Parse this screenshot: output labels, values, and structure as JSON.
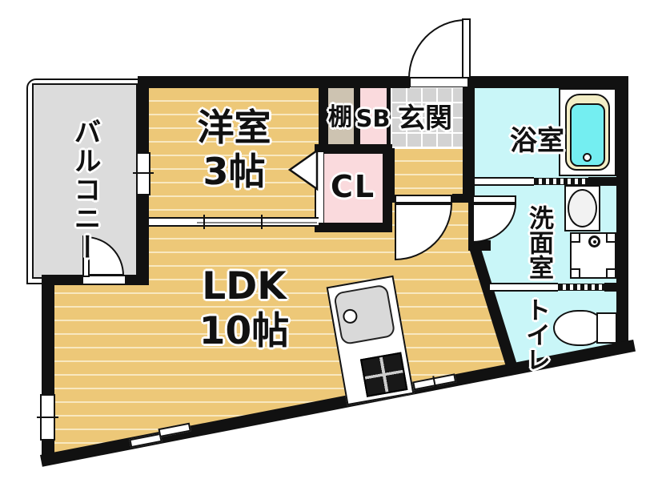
{
  "floorplan": {
    "type": "apartment-floor-plan-1LDK",
    "rooms": {
      "balcony": {
        "label": "バルコニー"
      },
      "western_room": {
        "label": "洋室",
        "size": "3帖"
      },
      "ldk": {
        "label": "LDK",
        "size": "10帖"
      },
      "closet": {
        "label": "CL"
      },
      "shelf": {
        "label": "棚"
      },
      "shoe_box": {
        "label": "SB"
      },
      "entrance": {
        "label": "玄関"
      },
      "bathroom": {
        "label": "浴室"
      },
      "washroom": {
        "label": "洗面室"
      },
      "toilet": {
        "label": "トイレ"
      }
    },
    "fixtures": [
      "bathtub",
      "wash-basin",
      "washing-machine-pan",
      "toilet-bowl",
      "kitchen-sink",
      "gas-stove"
    ],
    "colors": {
      "wall": "#111111",
      "wood_floor": "#edc878",
      "wood_stripe": "#f8e8c0",
      "balcony_gray": "#dcdcdc",
      "entrance_tile": "#d3d3d3",
      "closet_pink": "#fadadd",
      "shelf_beige": "#cdc3b1",
      "wet_area_cyan": "#c9f6f8",
      "bathtub_inner": "#74eef1",
      "bathtub_rim": "#f3eec6"
    }
  }
}
